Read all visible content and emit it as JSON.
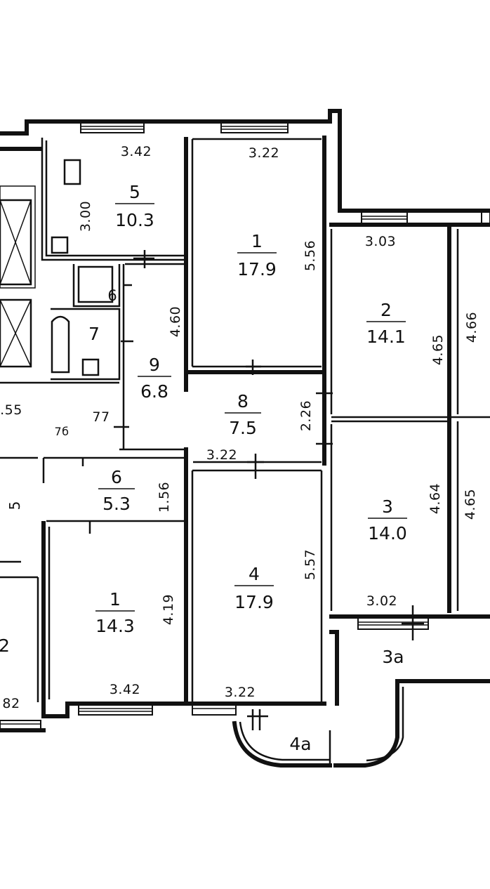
{
  "rooms": [
    {
      "id": "r5",
      "number": "5",
      "area": "10.3",
      "dims": [
        "3.42",
        "3.00"
      ]
    },
    {
      "id": "r1top",
      "number": "1",
      "area": "17.9",
      "dims": [
        "3.22",
        "5.56"
      ]
    },
    {
      "id": "r2",
      "number": "2",
      "area": "14.1",
      "dims": [
        "3.03",
        "4.65",
        "4.66"
      ]
    },
    {
      "id": "r7",
      "number": "7"
    },
    {
      "id": "r6small",
      "number": "6"
    },
    {
      "id": "r9",
      "number": "9",
      "area": "6.8",
      "dims": [
        "4.60"
      ]
    },
    {
      "id": "r8",
      "number": "8",
      "area": "7.5",
      "dims": [
        "2.26",
        "3.22"
      ]
    },
    {
      "id": "r6",
      "number": "6",
      "area": "5.3",
      "dims": [
        "1.56"
      ]
    },
    {
      "id": "r3",
      "number": "3",
      "area": "14.0",
      "dims": [
        "4.64",
        "4.65",
        "3.02"
      ]
    },
    {
      "id": "r4",
      "number": "4",
      "area": "17.9",
      "dims": [
        "5.57",
        "3.22"
      ]
    },
    {
      "id": "r1bottom",
      "number": "1",
      "area": "14.3",
      "dims": [
        "4.19",
        "3.42"
      ]
    }
  ],
  "balconies": [
    {
      "id": "b3a",
      "label": "3a"
    },
    {
      "id": "b4a",
      "label": "4a"
    }
  ],
  "fragments": {
    "f55": ".55",
    "f77": "77",
    "f7b": "7б",
    "f5": "5",
    "f2": "2",
    "f82": "82"
  }
}
